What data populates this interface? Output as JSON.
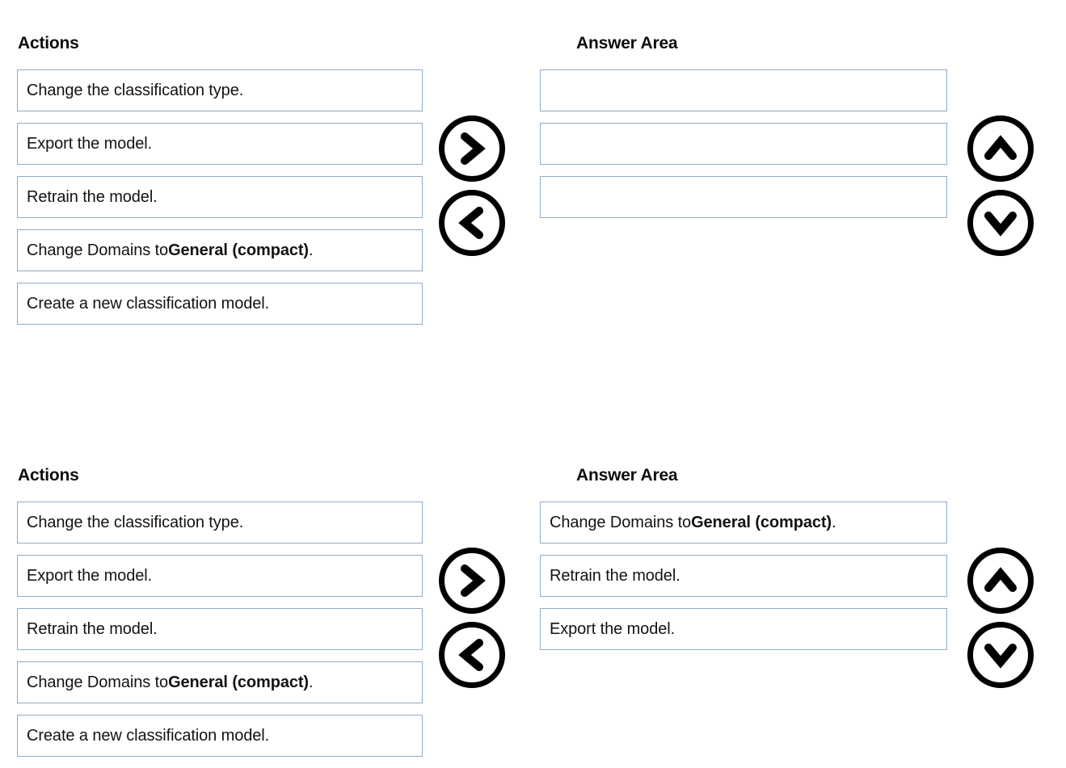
{
  "page": {
    "background_color": "#ffffff",
    "box_border_color": "#8faacb",
    "text_color": "#131313",
    "button_color": "#000000"
  },
  "sections": [
    {
      "id": "top",
      "actions_heading": "Actions",
      "answer_heading": "Answer Area",
      "actions": [
        {
          "text": "Change the classification type.",
          "bold": ""
        },
        {
          "text": "Export the model.",
          "bold": ""
        },
        {
          "text": "Retrain the model.",
          "bold": ""
        },
        {
          "prefix": "Change Domains to ",
          "bold": "General (compact)",
          "suffix": "."
        },
        {
          "text": "Create a new classification model.",
          "bold": ""
        }
      ],
      "answers": [
        {
          "text": ""
        },
        {
          "text": ""
        },
        {
          "text": ""
        }
      ],
      "buttons": {
        "move_right": "chevron-right",
        "move_left": "chevron-left",
        "move_up": "chevron-up",
        "move_down": "chevron-down"
      }
    },
    {
      "id": "bottom",
      "actions_heading": "Actions",
      "answer_heading": "Answer Area",
      "actions": [
        {
          "text": "Change the classification type.",
          "bold": ""
        },
        {
          "text": "Export the model.",
          "bold": ""
        },
        {
          "text": "Retrain the model.",
          "bold": ""
        },
        {
          "prefix": "Change Domains to ",
          "bold": "General (compact)",
          "suffix": "."
        },
        {
          "text": "Create a new classification model.",
          "bold": ""
        }
      ],
      "answers": [
        {
          "prefix": "Change Domains to ",
          "bold": "General (compact)",
          "suffix": "."
        },
        {
          "text": "Retrain the model."
        },
        {
          "text": "Export the model."
        }
      ],
      "buttons": {
        "move_right": "chevron-right",
        "move_left": "chevron-left",
        "move_up": "chevron-up",
        "move_down": "chevron-down"
      }
    }
  ]
}
